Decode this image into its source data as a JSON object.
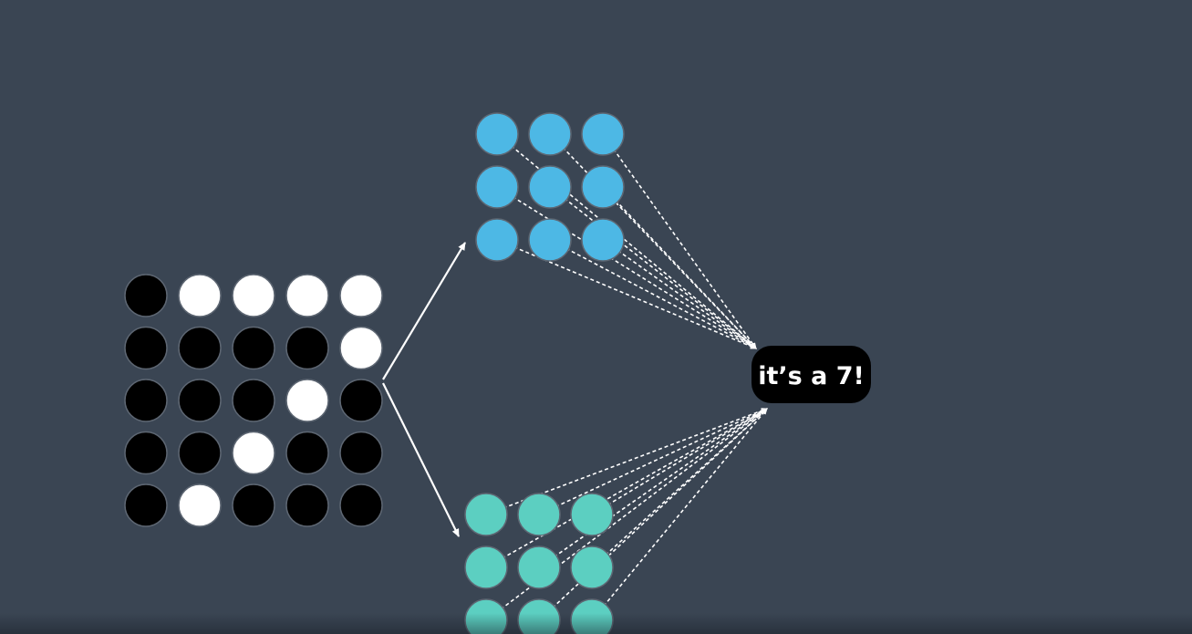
{
  "colors": {
    "background": "#3a4553",
    "pixel_on": "#ffffff",
    "pixel_off": "#000000",
    "filter_a": "#4db8e5",
    "filter_b": "#5ccfc1",
    "connector": "#ffffff",
    "label_bg": "#000000",
    "label_text": "#ffffff"
  },
  "input_grid": {
    "pixels": [
      [
        0,
        1,
        1,
        1,
        1
      ],
      [
        0,
        0,
        0,
        0,
        1
      ],
      [
        0,
        0,
        0,
        1,
        0
      ],
      [
        0,
        0,
        1,
        0,
        0
      ],
      [
        0,
        1,
        0,
        0,
        0
      ]
    ]
  },
  "filters": [
    {
      "name": "filter-a",
      "color_key": "filter_a",
      "rows": 3,
      "cols": 3
    },
    {
      "name": "filter-b",
      "color_key": "filter_b",
      "rows": 3,
      "cols": 3
    }
  ],
  "output": {
    "label": "it’s a 7!"
  }
}
